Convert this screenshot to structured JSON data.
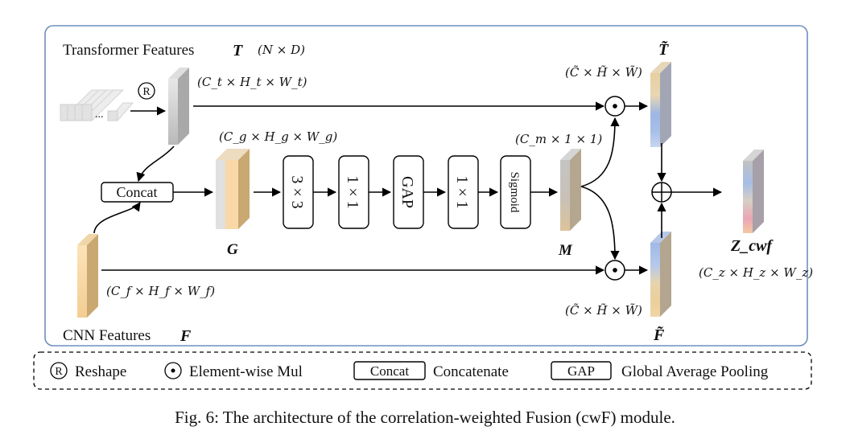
{
  "diagram": {
    "transformer_label": "Transformer Features",
    "transformer_symbol": "T",
    "transformer_dim": "(N × D)",
    "cnn_label": "CNN Features",
    "cnn_symbol": "F",
    "dim_t": "(C_t × H_t × W_t)",
    "dim_g": "(C_g × H_g × W_g)",
    "dim_m": "(C_m × 1 × 1)",
    "dim_f": "(C_f × H_f × W_f)",
    "dim_tilde_top": "(C̃ × H̃ × W̃)",
    "dim_tilde_bottom": "(C̃ × H̃ × W̃)",
    "dim_z": "(C_z × H_z × W_z)",
    "symbol_g": "G",
    "symbol_m": "M",
    "symbol_t_tilde": "T̃",
    "symbol_f_tilde": "F̃",
    "symbol_z": "Z_cwf",
    "reshape_symbol": "R",
    "concat_label": "Concat",
    "ops": [
      "3 × 3",
      "1 × 1",
      "GAP",
      "1 × 1",
      "Sigmoid"
    ],
    "dots": "..."
  },
  "legend": {
    "reshape_symbol": "R",
    "reshape_label": "Reshape",
    "mul_label": "Element-wise Mul",
    "concat_box": "Concat",
    "concat_label": "Concatenate",
    "gap_box": "GAP",
    "gap_label": "Global Average Pooling"
  },
  "caption": "Fig. 6: The architecture of the correlation-weighted Fusion (cwF) module.",
  "colors": {
    "frame": "#6f8fbf",
    "transformer_gray": "#c9c9c9",
    "cnn_orange": "#f7d8a6",
    "tilde_blue": "#9ab6e2",
    "z_pink": "#e8a4b2"
  }
}
